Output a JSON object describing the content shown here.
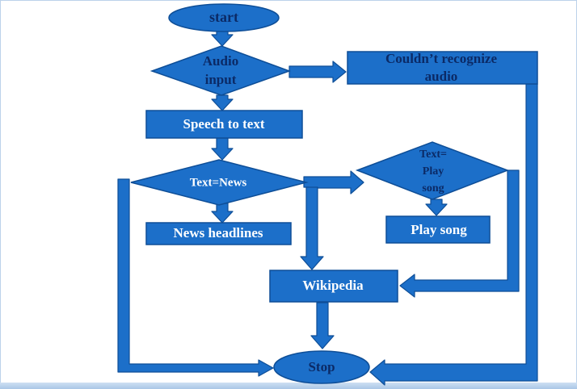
{
  "colors": {
    "shape_fill": "#1c6fc9",
    "shape_stroke": "#0e4e97",
    "arrow_fill": "#1c6fc9",
    "arrow_stroke": "#0e4e97",
    "dark_text": "#0b2a66",
    "light_text": "#ffffff"
  },
  "nodes": {
    "start": "start",
    "audio_input": [
      "Audio",
      "input"
    ],
    "couldnt_recognize": [
      "Couldn’t recognize",
      "audio"
    ],
    "speech_to_text": "Speech to text",
    "text_news": "Text=News",
    "news_headlines": "News headlines",
    "text_play_song": [
      "Text=",
      "Play",
      "song"
    ],
    "play_song": "Play song",
    "wikipedia": "Wikipedia",
    "stop": "Stop"
  }
}
